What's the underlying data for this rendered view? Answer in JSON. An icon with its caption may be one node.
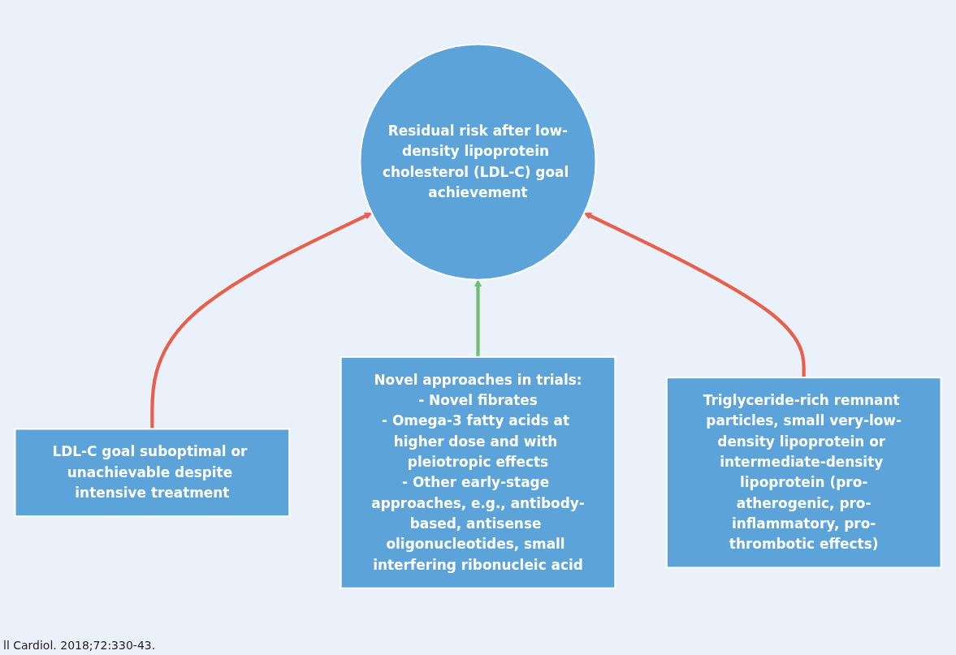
{
  "diagram": {
    "nodes": [
      {
        "text": [
          "Residual risk after low-density lipoprotein cholesterol (LDL-C) goal achievement"
        ]
      },
      {
        "text": [
          "LDL-C goal suboptimal or unachievable despite intensive treatment"
        ]
      },
      {
        "text": [
          "Novel approaches in trials:",
          "- Novel fibrates",
          "- Omega-3 fatty acids at higher dose and with pleiotropic effects",
          "- Other early-stage approaches, e.g., antibody-based, antisense oligonucleotides, small interfering ribonucleic acid"
        ]
      },
      {
        "text": [
          "Triglyceride-rich remnant particles, small very-low-density lipoprotein or intermediate-density lipoprotein (pro-atherogenic, pro-inflammatory, pro-thrombotic effects)"
        ]
      }
    ],
    "edges": [
      {
        "from": 1,
        "to": 0,
        "arrow": "to",
        "color": "#e8604c"
      },
      {
        "from": 2,
        "to": 0,
        "arrow": "to",
        "color": "#6cbf6f"
      },
      {
        "from": 3,
        "to": 0,
        "arrow": "to",
        "color": "#e8604c"
      }
    ],
    "labels": [
      "ll Cardiol. 2018;72:330-43."
    ]
  }
}
